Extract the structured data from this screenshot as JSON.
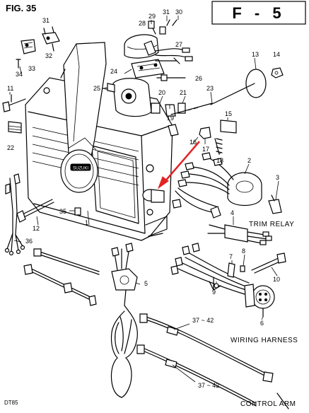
{
  "header": {
    "figure_label": "FIG. 35",
    "page_code": "F - 5"
  },
  "footer": {
    "model": "DT85"
  },
  "labels": {
    "trim_relay": "TRIM RELAY",
    "wiring_harness": "WIRING HARNESS",
    "control_arm": "CONTROL ARM",
    "brand_badge": "SUZUKI"
  },
  "part_numbers": {
    "p1": "1",
    "p2": "2",
    "p3": "3",
    "p4": "4",
    "p5": "5",
    "p6": "6",
    "p7": "7",
    "p8": "8",
    "p9": "9",
    "p10": "10",
    "p11": "11",
    "p12": "12",
    "p13": "13",
    "p14": "14",
    "p15": "15",
    "p16": "16",
    "p17": "17",
    "p18": "18",
    "p19": "19",
    "p20": "20",
    "p21": "21",
    "p22": "22",
    "p23": "23",
    "p24": "24",
    "p25": "25",
    "p26": "26",
    "p27": "27",
    "p28": "28",
    "p29": "29",
    "p30": "30",
    "p31": "31",
    "p32": "32",
    "p33": "33",
    "p34": "34",
    "p35": "35",
    "p36": "36",
    "p37_42_a": "37 ~ 42",
    "p37_42_b": "37 ~ 42"
  },
  "colors": {
    "line": "#000000",
    "background": "#ffffff",
    "pointer_arrow": "#e32222"
  }
}
